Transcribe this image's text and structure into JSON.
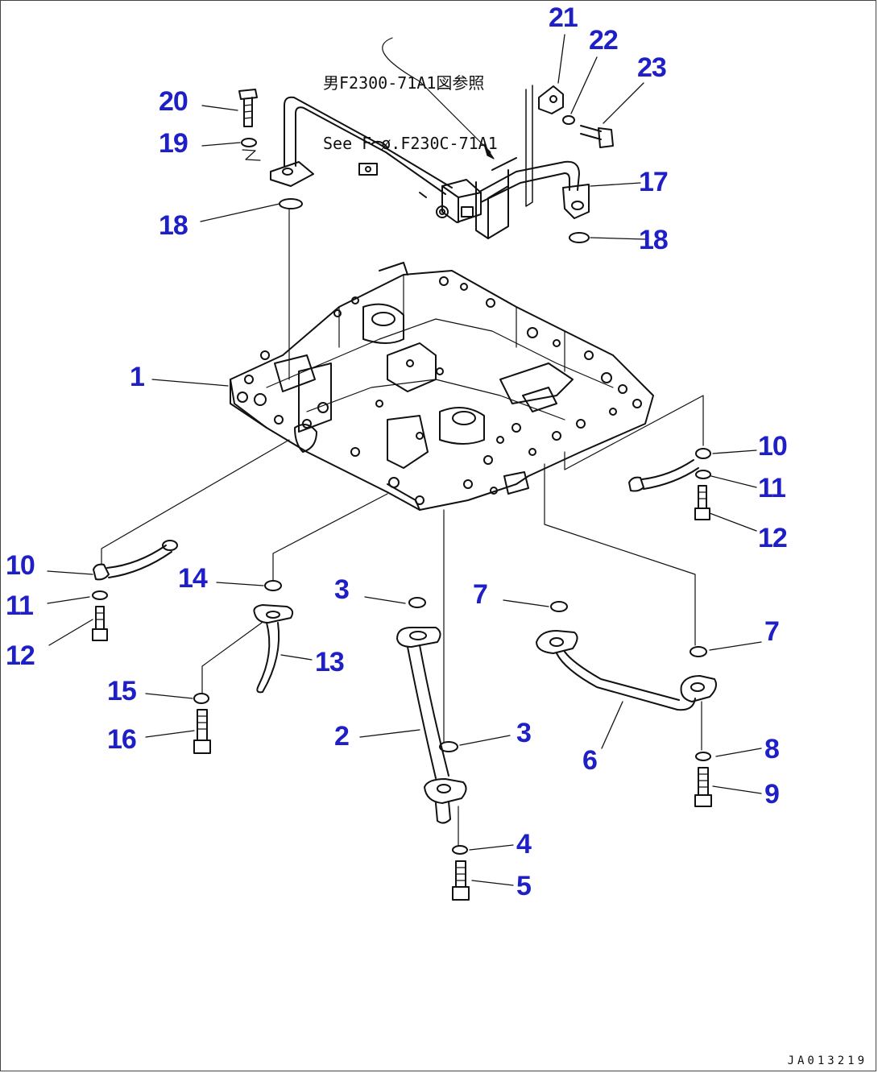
{
  "reference_note": {
    "line1": "男F2300-71A1図参照",
    "line2": "See F ø.F230C-71A1"
  },
  "drawing_id": "JA013219",
  "callout_color": "#1f1fc8",
  "callouts": {
    "c1": "1",
    "c2": "2",
    "c3a": "3",
    "c3b": "3",
    "c4": "4",
    "c5": "5",
    "c6": "6",
    "c7a": "7",
    "c7b": "7",
    "c8": "8",
    "c9": "9",
    "c10a": "10",
    "c10b": "10",
    "c11a": "11",
    "c11b": "11",
    "c12a": "12",
    "c12b": "12",
    "c13": "13",
    "c14": "14",
    "c15": "15",
    "c16": "16",
    "c17": "17",
    "c18a": "18",
    "c18b": "18",
    "c19": "19",
    "c20": "20",
    "c21": "21",
    "c22": "22",
    "c23": "23"
  }
}
